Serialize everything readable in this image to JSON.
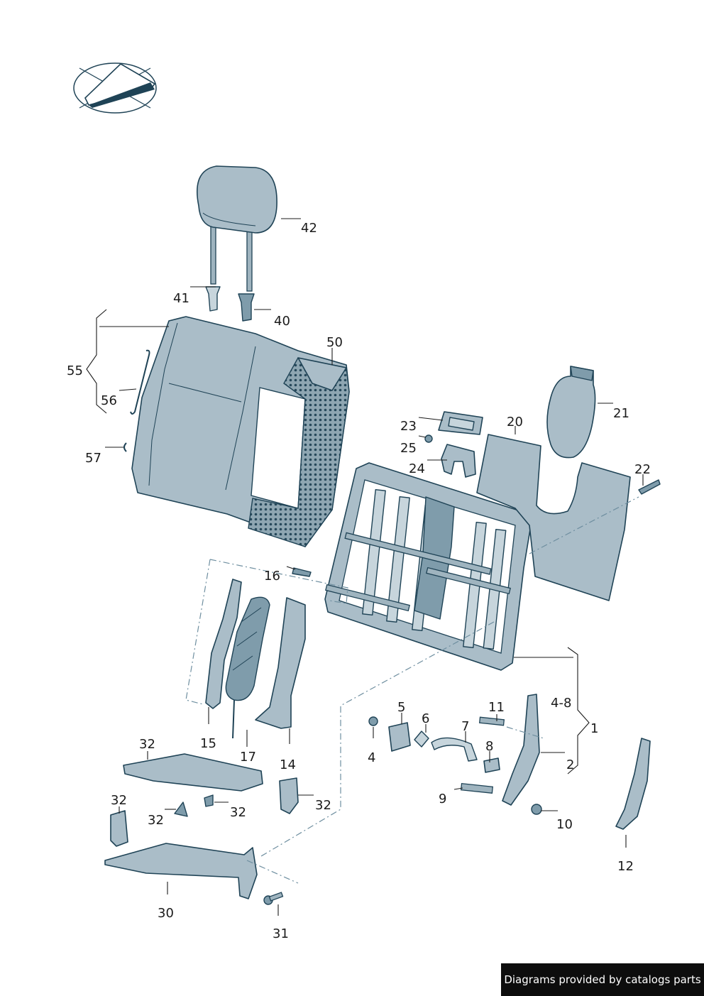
{
  "callouts": [
    {
      "id": "c42",
      "text": "42"
    },
    {
      "id": "c41",
      "text": "41"
    },
    {
      "id": "c40",
      "text": "40"
    },
    {
      "id": "c50",
      "text": "50"
    },
    {
      "id": "c55",
      "text": "55"
    },
    {
      "id": "c56",
      "text": "56"
    },
    {
      "id": "c57",
      "text": "57"
    },
    {
      "id": "c21",
      "text": "21"
    },
    {
      "id": "c20",
      "text": "20"
    },
    {
      "id": "c23",
      "text": "23"
    },
    {
      "id": "c25",
      "text": "25"
    },
    {
      "id": "c24",
      "text": "24"
    },
    {
      "id": "c22",
      "text": "22"
    },
    {
      "id": "c16",
      "text": "16"
    },
    {
      "id": "c15",
      "text": "15"
    },
    {
      "id": "c17",
      "text": "17"
    },
    {
      "id": "c14",
      "text": "14"
    },
    {
      "id": "c1",
      "text": "1"
    },
    {
      "id": "c48",
      "text": "4-8"
    },
    {
      "id": "c2",
      "text": "2"
    },
    {
      "id": "c11",
      "text": "11"
    },
    {
      "id": "c5",
      "text": "5"
    },
    {
      "id": "c6",
      "text": "6"
    },
    {
      "id": "c7",
      "text": "7"
    },
    {
      "id": "c8",
      "text": "8"
    },
    {
      "id": "c4",
      "text": "4"
    },
    {
      "id": "c9",
      "text": "9"
    },
    {
      "id": "c10",
      "text": "10"
    },
    {
      "id": "c12",
      "text": "12"
    },
    {
      "id": "c32a",
      "text": "32"
    },
    {
      "id": "c32b",
      "text": "32"
    },
    {
      "id": "c32c",
      "text": "32"
    },
    {
      "id": "c32d",
      "text": "32"
    },
    {
      "id": "c32e",
      "text": "32"
    },
    {
      "id": "c30",
      "text": "30"
    },
    {
      "id": "c31",
      "text": "31"
    }
  ],
  "footer": {
    "text": "Diagrams provided by catalogs parts"
  },
  "colors": {
    "part_fill": "#aabdc8",
    "outline": "#1f4356",
    "footer_bg": "#0d0d0d"
  }
}
